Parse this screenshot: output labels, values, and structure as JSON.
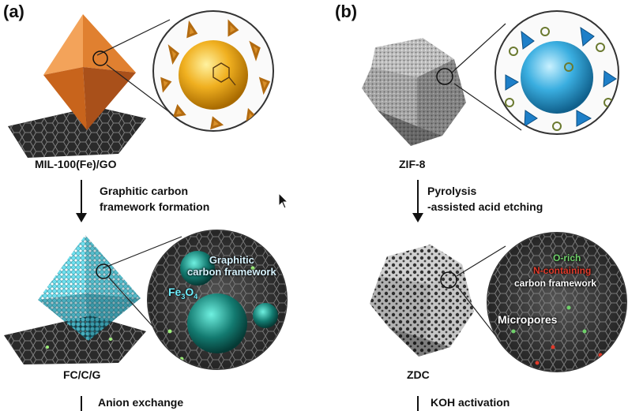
{
  "panel_a": {
    "label": "(a)",
    "caption_top": "MIL-100(Fe)/GO",
    "step1": [
      "Graphitic carbon",
      "framework formation"
    ],
    "overlay_graphitic": [
      "Graphitic",
      "carbon framework"
    ],
    "overlay_fe3o4": {
      "base": "Fe",
      "sub1": "3",
      "mid": "O",
      "sub2": "4"
    },
    "caption_mid": "FC/C/G",
    "step2": "Anion exchange"
  },
  "panel_b": {
    "label": "(b)",
    "caption_top": "ZIF-8",
    "step1": [
      "Pyrolysis",
      "-assisted acid etching"
    ],
    "overlay_lines": [
      "O-rich",
      "N-containing",
      "carbon framework"
    ],
    "overlay_micropores": "Micropores",
    "caption_mid": "ZDC",
    "step2": "KOH activation"
  },
  "colors": {
    "octahedron_orange": "#d97a2b",
    "octahedron_cyan": "#2fb6c8",
    "zif_gray": "#9a9a9a",
    "sphere_gold": "#f0b020",
    "sphere_blue": "#3aaee0",
    "o_rich": "#6fd16a",
    "n_containing": "#e03a2a"
  }
}
